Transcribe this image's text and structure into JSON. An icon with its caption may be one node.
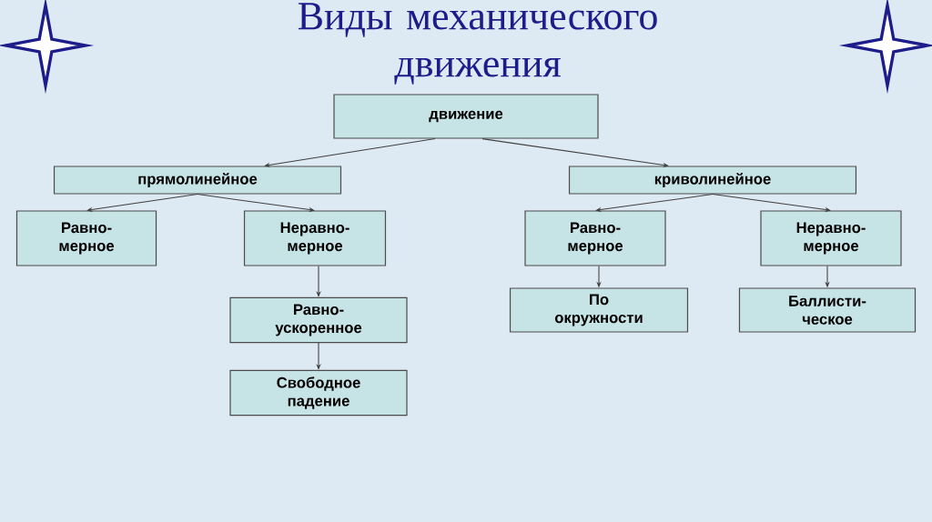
{
  "diagram": {
    "title": "Виды механического движения",
    "nodes": [
      {
        "text": [
          "движение"
        ]
      },
      {
        "text": [
          "прямолинейное"
        ]
      },
      {
        "text": [
          "криволинейное"
        ]
      },
      {
        "text": [
          "Равно- мерное"
        ]
      },
      {
        "text": [
          "Неравно- мерное"
        ]
      },
      {
        "text": [
          "Равно- мерное"
        ]
      },
      {
        "text": [
          "Неравно- мерное"
        ]
      },
      {
        "text": [
          "Равно- ускоренное"
        ]
      },
      {
        "text": [
          "Свободное падение"
        ]
      },
      {
        "text": [
          "По окружности"
        ]
      },
      {
        "text": [
          "Баллисти- ческое"
        ]
      }
    ],
    "edges": [
      {
        "from": 0,
        "to": 1,
        "arrow": "to"
      },
      {
        "from": 0,
        "to": 2,
        "arrow": "to"
      },
      {
        "from": 1,
        "to": 3,
        "arrow": "to"
      },
      {
        "from": 1,
        "to": 4,
        "arrow": "to"
      },
      {
        "from": 2,
        "to": 5,
        "arrow": "to"
      },
      {
        "from": 2,
        "to": 6,
        "arrow": "to"
      },
      {
        "from": 4,
        "to": 7,
        "arrow": "to"
      },
      {
        "from": 7,
        "to": 8,
        "arrow": "to"
      },
      {
        "from": 5,
        "to": 9,
        "arrow": "to"
      },
      {
        "from": 6,
        "to": 10,
        "arrow": "to"
      }
    ]
  }
}
